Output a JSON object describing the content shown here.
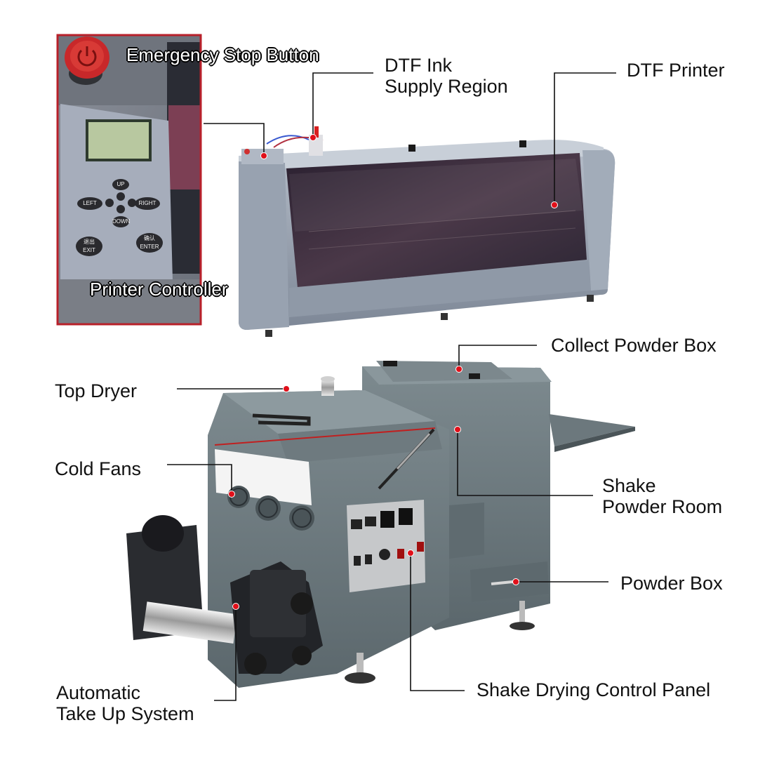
{
  "labels": {
    "emergency_stop": [
      "Emergency",
      "Stop Button"
    ],
    "printer_controller": [
      "Printer",
      "Controller"
    ],
    "dtf_ink_supply": [
      "DTF Ink",
      "Supply Region"
    ],
    "dtf_printer": "DTF Printer",
    "collect_powder_box": "Collect Powder Box",
    "top_dryer": "Top Dryer",
    "cold_fans": "Cold Fans",
    "shake_powder_room": [
      "Shake",
      "Powder Room"
    ],
    "powder_box": "Powder Box",
    "shake_drying_control_panel": "Shake Drying Control Panel",
    "automatic_take_up": [
      "Automatic",
      "Take Up System"
    ]
  },
  "controller_keys": {
    "up": "UP",
    "left": "LEFT",
    "right": "RIGHT",
    "down": "DOWN",
    "exit_cn": "退出",
    "exit": "EXIT",
    "enter_cn": "确认",
    "enter": "ENTER"
  },
  "colors": {
    "callout_dot": "#e0101a",
    "inset_border": "#b8202a",
    "machine_body": "#67757a",
    "printer_body": "#8e98a6"
  }
}
